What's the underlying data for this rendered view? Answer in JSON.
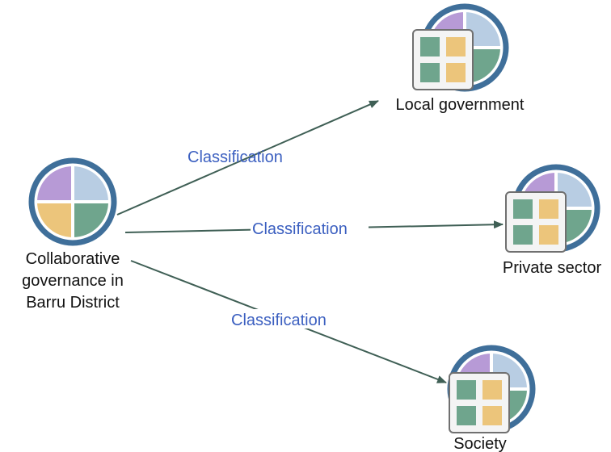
{
  "colors": {
    "edge": "#3f5f55",
    "edge_label": "#3b5fc0",
    "ring": "#3f6f9a",
    "q_purple": "#b79ad6",
    "q_blue": "#b8cde3",
    "q_yellow": "#ecc57b",
    "q_green": "#6fa58d",
    "card_square_green": "#6fa58d",
    "card_square_yellow": "#ecc57b"
  },
  "nodes": {
    "source": {
      "label_lines": [
        "Collaborative",
        "governance in",
        "Barru District"
      ],
      "icon": "quadrant-circle-icon"
    },
    "local": {
      "label": "Local government",
      "icon": "category-node-icon"
    },
    "private": {
      "label": "Private sector",
      "icon": "category-node-icon"
    },
    "society": {
      "label": "Society",
      "icon": "category-node-icon"
    }
  },
  "edges": [
    {
      "label": "Classification",
      "target": "local"
    },
    {
      "label": "Classification",
      "target": "private"
    },
    {
      "label": "Classification",
      "target": "society"
    }
  ]
}
